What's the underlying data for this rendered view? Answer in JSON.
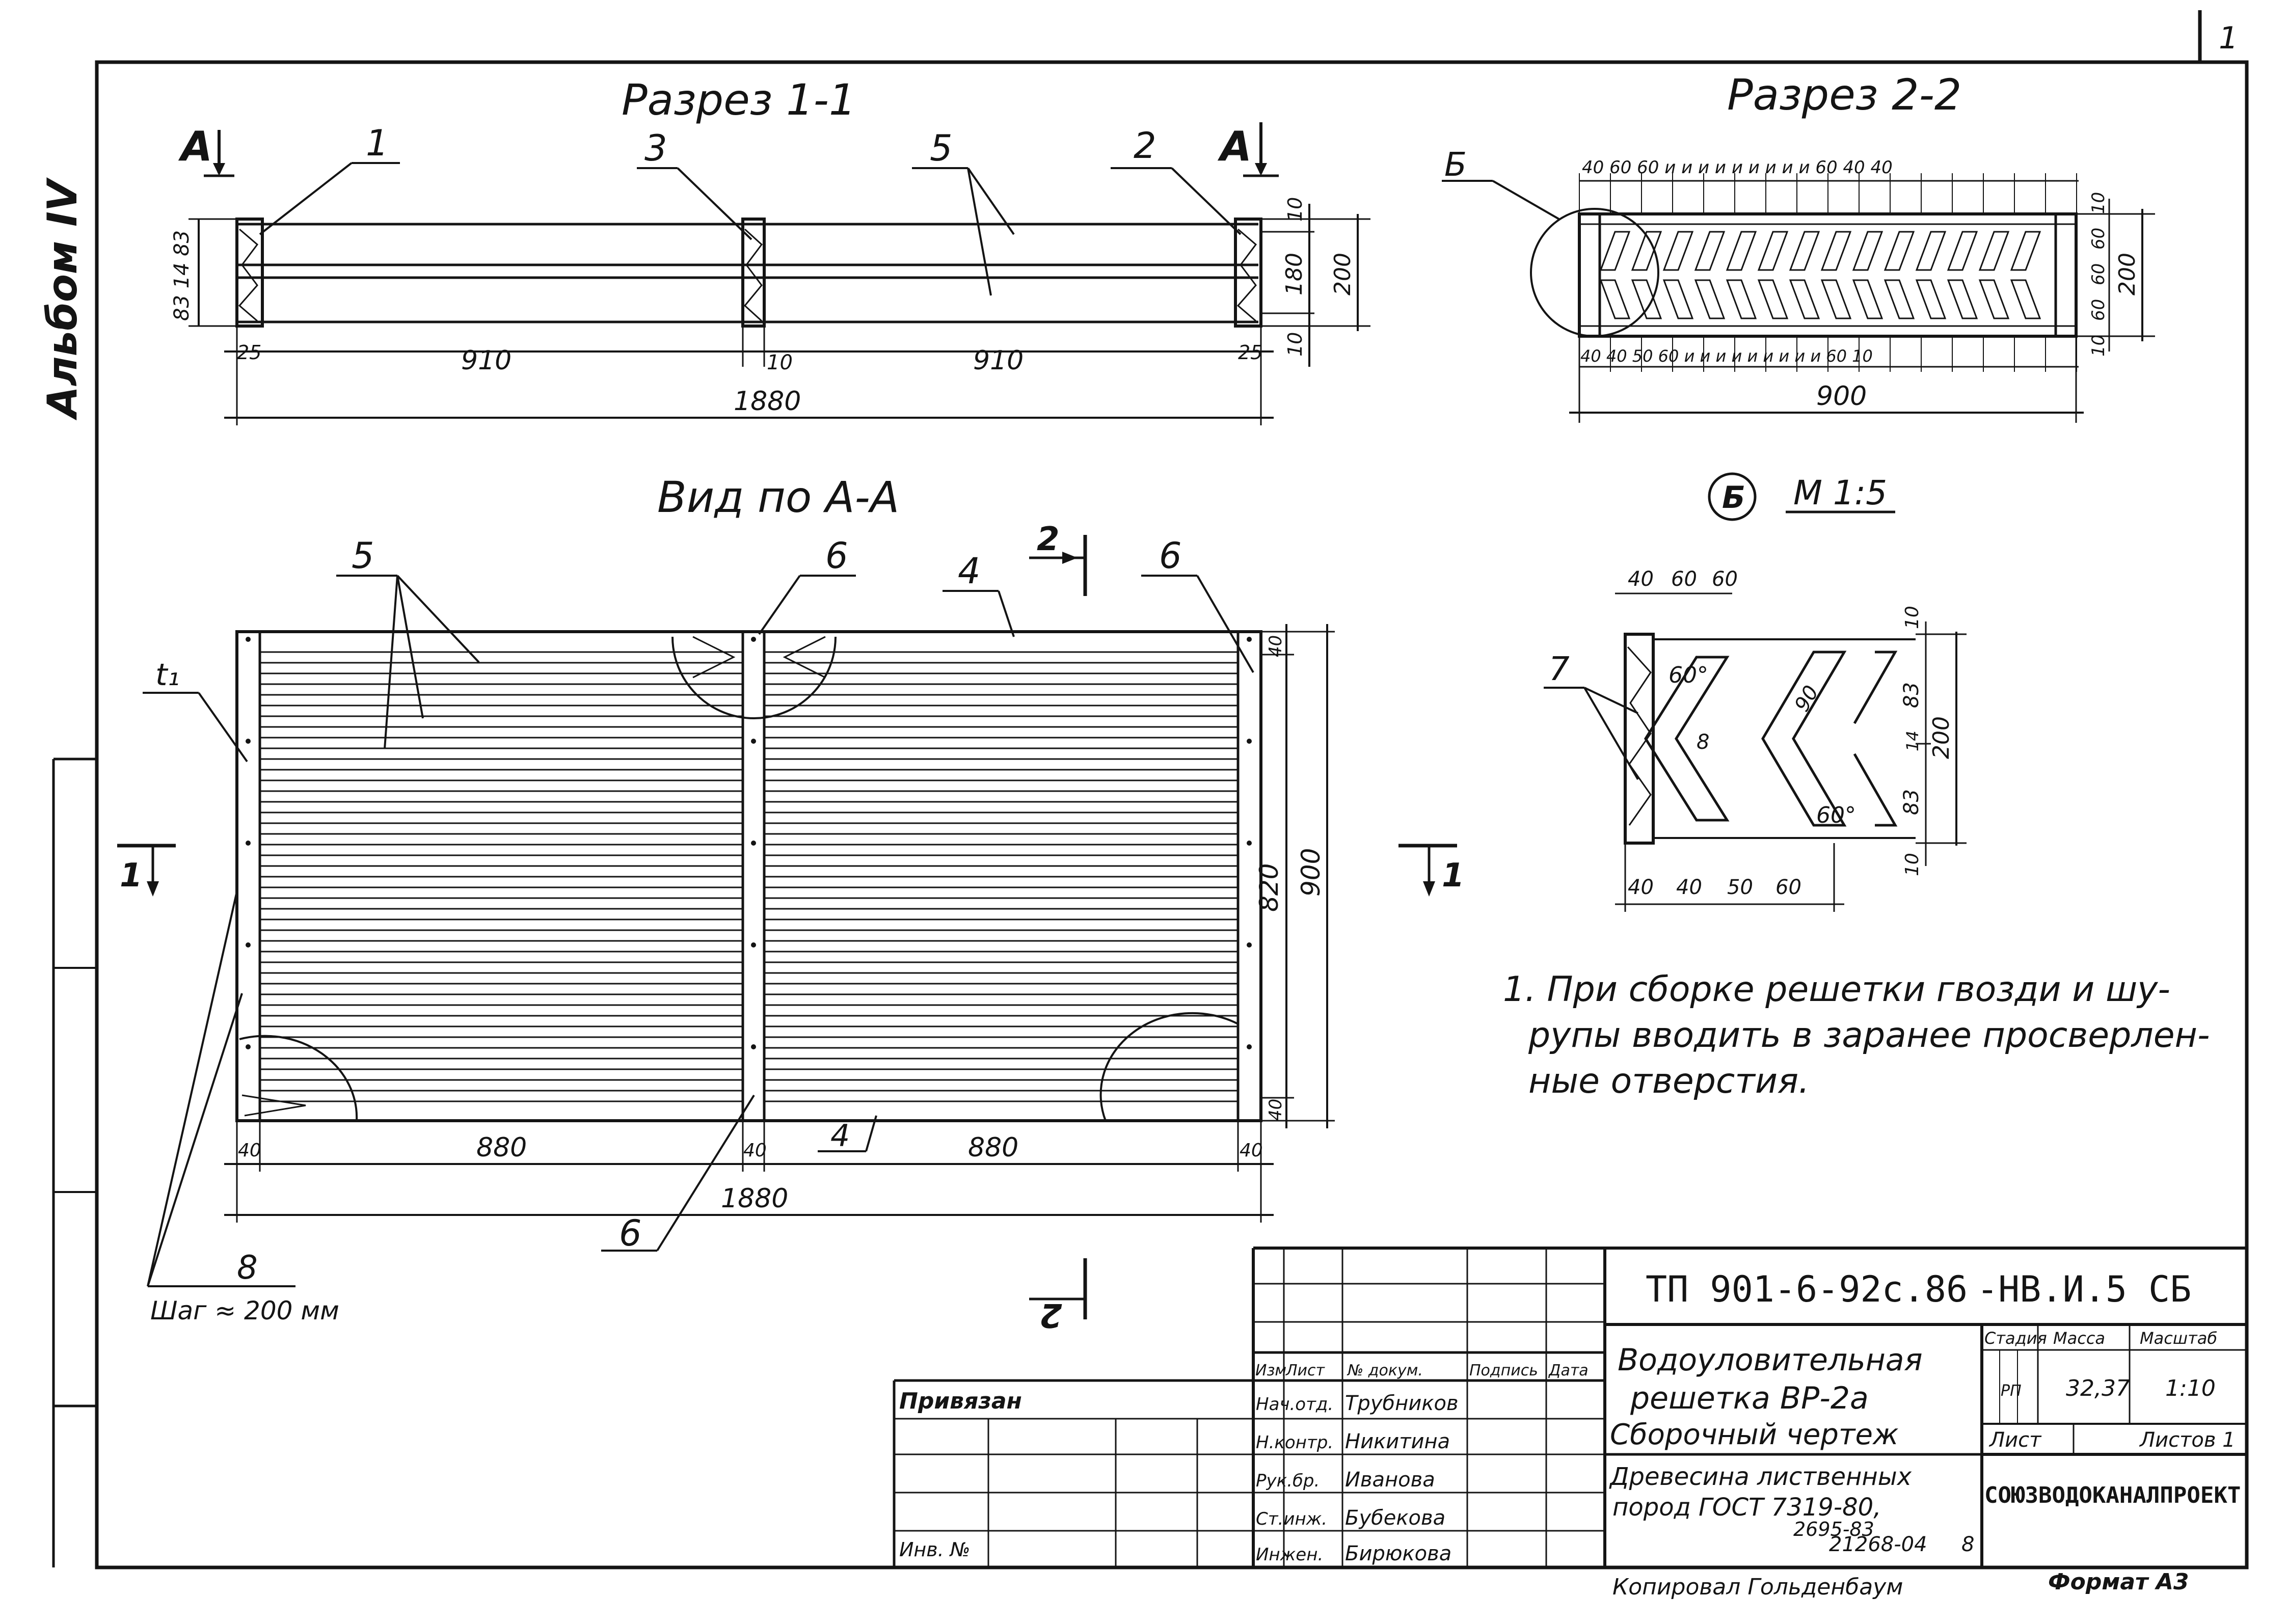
{
  "album": "Альбом IV",
  "sheet_mark": "1",
  "section_1": {
    "title": "Разрез 1-1",
    "cut_mark": "А",
    "callouts": [
      "1",
      "3",
      "5",
      "2"
    ],
    "dims_bottom": [
      "25",
      "910",
      "10",
      "910",
      "25"
    ],
    "overall": "1880",
    "dims_right": [
      "10",
      "180",
      "10"
    ],
    "total_height": "200",
    "dims_left": "83 14 83"
  },
  "section_2": {
    "title": "Разрез 2-2",
    "detail_ref": "Б",
    "top_dims": "40 60 60 и и и и и и и и и 60 40 40",
    "bottom_dims": "40 40 50 60 и и и и и и и и и 60 10",
    "right_dims": [
      "10",
      "60",
      "60",
      "60",
      "10"
    ],
    "total_height": "200",
    "width": "900"
  },
  "detail_b": {
    "label": "Б",
    "scale": "М 1:5",
    "top_dims": [
      "40",
      "60",
      "60"
    ],
    "bottom_dims": [
      "40",
      "40",
      "50",
      "60"
    ],
    "right_dims": [
      "10",
      "83",
      "14",
      "83",
      "10"
    ],
    "total_height": "200",
    "angle_1": "60°",
    "angle_2": "60°",
    "inner_dim": "90",
    "slat_thickness": "8",
    "callout": "7"
  },
  "plan_view": {
    "title": "Вид по А-А",
    "callouts": [
      "5",
      "6",
      "4",
      "6",
      "6",
      "4"
    ],
    "cut_mark_2": "2",
    "cut_mark_1": "1",
    "left_label": "t₁",
    "dims_bottom": [
      "40",
      "880",
      "40",
      "880",
      "40"
    ],
    "overall": "1880",
    "dims_right": [
      "40",
      "820",
      "40"
    ],
    "total_height": "900",
    "nail_callout": "8",
    "nail_step": "Шаг ≈ 200 мм"
  },
  "note": "1. При сборке решетки гвозди и шурупы вводить в заранее просверленные отверстия.",
  "title_block": {
    "doc_code": "ТП 901-6-92с.86",
    "doc_suffix": "-НВ.И.5 СБ",
    "name_line1": "Водоуловительная",
    "name_line2": "решетка ВР-2а",
    "name_line3": "Сборочный чертеж",
    "material_line1": "Древесина лиственных",
    "material_line2": "пород ГОСТ 7319-80,",
    "material_line3": "2695-83",
    "col_headers": [
      "Изм",
      "Лист",
      "№ докум.",
      "Подпись",
      "Дата"
    ],
    "stage_header": "Стадия",
    "mass_header": "Масса",
    "scale_header": "Масштаб",
    "stage": "РП",
    "mass": "32,37",
    "scale": "1:10",
    "sheet_label": "Лист",
    "sheets_label": "Листов 1",
    "organization": "СОЮЗВОДОКАНАЛПРОЕКТ",
    "people": [
      {
        "role": "Нач.отд.",
        "name": "Трубников"
      },
      {
        "role": "Н.контр.",
        "name": "Никитина"
      },
      {
        "role": "Рук.бр.",
        "name": "Иванова"
      },
      {
        "role": "Ст.инж.",
        "name": "Бубекова"
      },
      {
        "role": "Инжен.",
        "name": "Бирюкова"
      }
    ],
    "privyazan": "Привязан",
    "inv": "Инв. №",
    "archive_no": "21268-04",
    "archive_sheet": "8",
    "copied_by": "Копировал Гольденбаум",
    "format": "Формат А3"
  }
}
